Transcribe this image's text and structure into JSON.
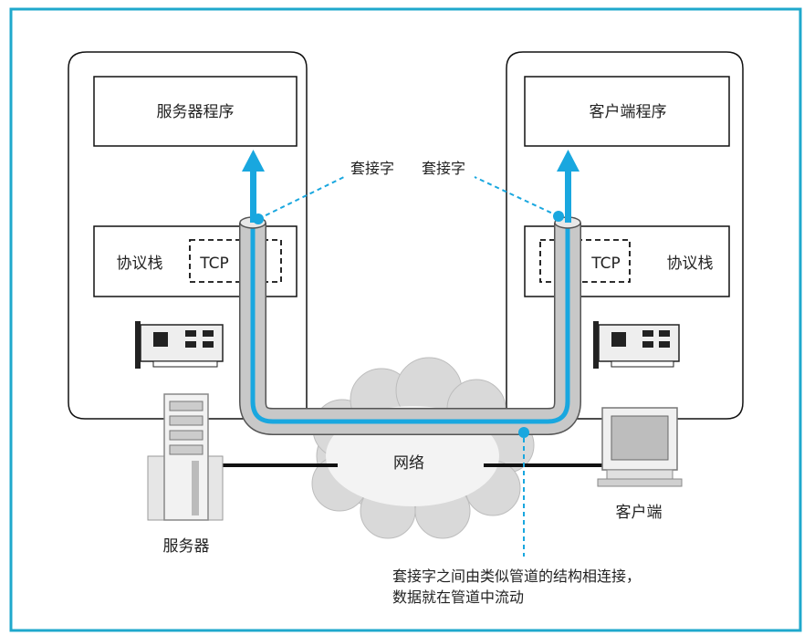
{
  "colors": {
    "frame": "#1fa8cc",
    "accent": "#19a7df",
    "pipe_outer": "#c8c8c8",
    "cloud": "#d9d9d9",
    "line": "#111111"
  },
  "server": {
    "program_label": "服务器程序",
    "stack_label": "协议栈",
    "tcp_label": "TCP",
    "machine_label": "服务器"
  },
  "client": {
    "program_label": "客户端程序",
    "stack_label": "协议栈",
    "tcp_label": "TCP",
    "machine_label": "客户端"
  },
  "socket_labels": {
    "left": "套接字",
    "right": "套接字"
  },
  "network_label": "网络",
  "caption": {
    "line1": "套接字之间由类似管道的结构相连接，",
    "line2": "数据就在管道中流动"
  },
  "icons": [
    "network-card-icon",
    "server-tower-icon",
    "monitor-icon",
    "cloud-icon",
    "arrow-up-icon"
  ]
}
